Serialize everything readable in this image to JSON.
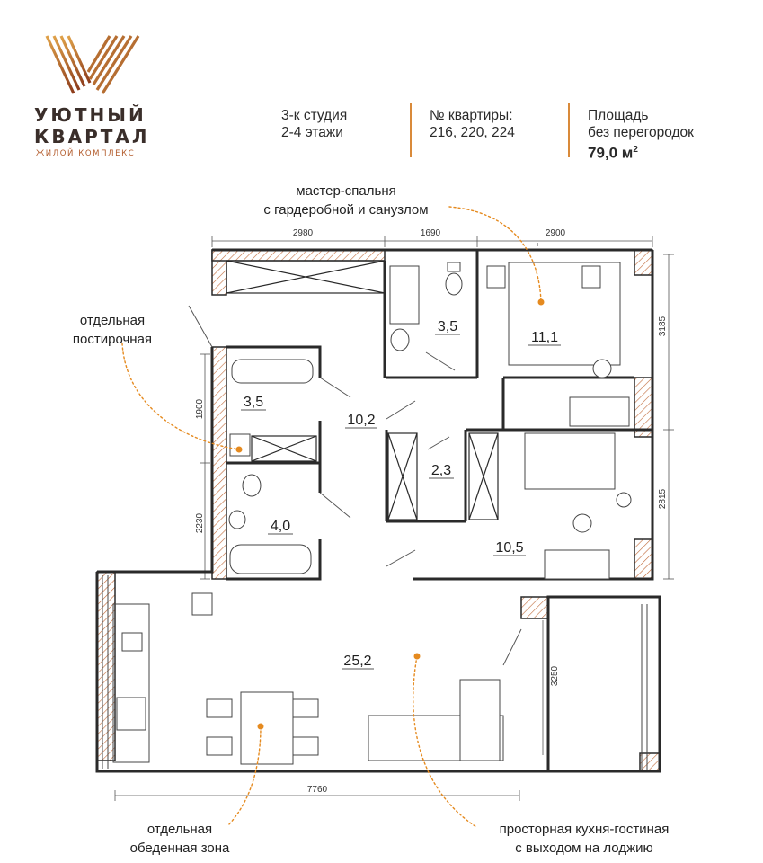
{
  "brand": {
    "line1": "УЮТНЫЙ",
    "line2": "КВАРТАЛ",
    "sub": "ЖИЛОЙ КОМПЛЕКС"
  },
  "header": {
    "type_line1": "3-к студия",
    "type_line2": "2-4 этажи",
    "apt_label": "№ квартиры:",
    "apt_numbers": "216, 220, 224",
    "area_label_line1": "Площадь",
    "area_label_line2": "без перегородок",
    "area_value": "79,0 м",
    "area_unit_sup": "2"
  },
  "annotations": {
    "master_line1": "мастер-спальня",
    "master_line2": "с гардеробной и санузлом",
    "laundry_line1": "отдельная",
    "laundry_line2": "постирочная",
    "dining_line1": "отдельная",
    "dining_line2": "обеденная зона",
    "kitchen_line1": "просторная кухня-гостиная",
    "kitchen_line2": "с выходом на лоджию"
  },
  "rooms": {
    "bath_master": "3,5",
    "bedroom_master": "11,1",
    "laundry": "3,5",
    "hall": "10,2",
    "wardrobe": "2,3",
    "bathroom": "4,0",
    "bedroom2": "10,5",
    "living": "25,2"
  },
  "dimensions": {
    "top1": "2980",
    "top2": "1690",
    "top3": "2900",
    "right1": "3185",
    "right2": "2815",
    "left1": "1900",
    "left2": "2230",
    "bottom": "7760",
    "loggia": "3250"
  },
  "colors": {
    "accent": "#e58a1f",
    "wall": "#2a2a2a",
    "brown": "#b0562a"
  }
}
